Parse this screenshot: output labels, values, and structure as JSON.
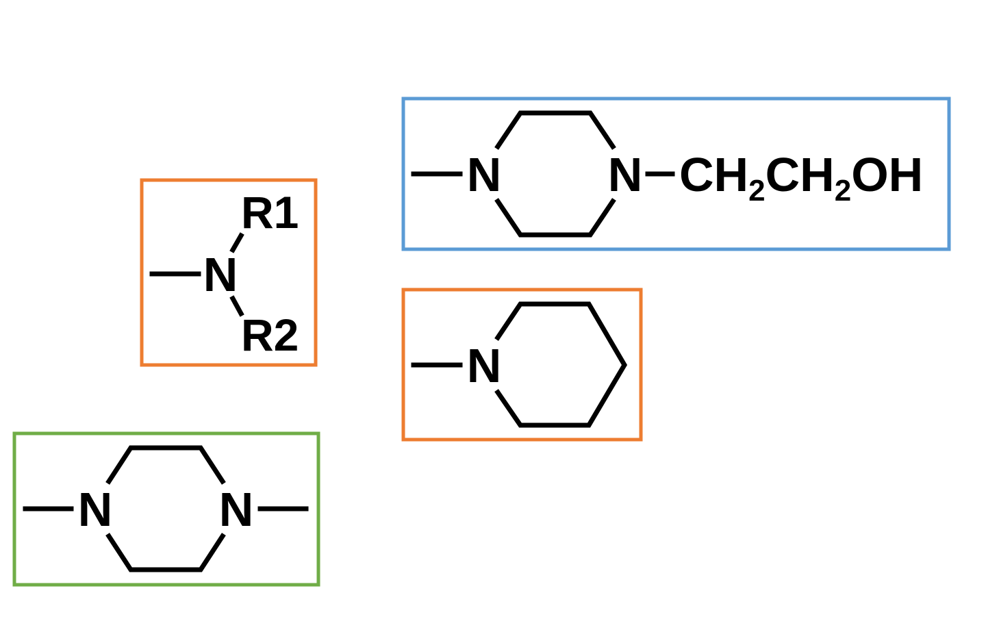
{
  "colors": {
    "blue_box": "#5b9bd5",
    "orange_box": "#ed7d31",
    "green_box": "#70ad47",
    "bond": "#000000"
  },
  "structures": {
    "dialkylamine": {
      "n": "N",
      "r1": "R1",
      "r2": "R2"
    },
    "hydroxyethyl_piperazine": {
      "n1": "N",
      "n2": "N",
      "chain_c1": "CH",
      "chain_sub1": "2",
      "chain_c2": "CH",
      "chain_sub2": "2",
      "chain_end": "OH"
    },
    "piperidine": {
      "n": "N"
    },
    "piperazine": {
      "n1": "N",
      "n2": "N"
    }
  }
}
